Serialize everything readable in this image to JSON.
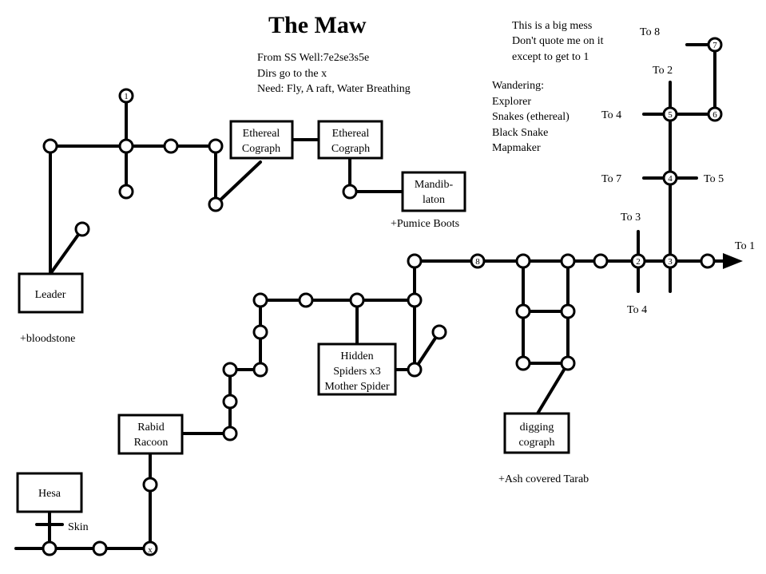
{
  "title": "The Maw",
  "info_lines": [
    "From SS Well:7e2se3s5e",
    "Dirs go to the x",
    "Need: Fly, A raft, Water Breathing"
  ],
  "disclaimer": [
    "This is a big mess",
    "Don't quote me on it",
    "except to get to 1"
  ],
  "wandering": [
    "Wandering:",
    "Explorer",
    "Snakes (ethereal)",
    "Black Snake",
    "Mapmaker"
  ],
  "rooms": {
    "ethereal_cograph_1": [
      "Ethereal",
      "Cograph"
    ],
    "ethereal_cograph_2": [
      "Ethereal",
      "Cograph"
    ],
    "mandiblaton": [
      "Mandib-",
      "laton"
    ],
    "leader": [
      "Leader"
    ],
    "hidden_spiders": [
      "Hidden",
      "Spiders x3",
      "Mother Spider"
    ],
    "rabid_racoon": [
      "Rabid",
      "Racoon"
    ],
    "hesa": [
      "Hesa"
    ],
    "digging_cograph": [
      "digging",
      "cograph"
    ]
  },
  "notes": {
    "pumice": "+Pumice Boots",
    "bloodstone": "+bloodstone",
    "ash": "+Ash covered Tarab",
    "skin": "Skin"
  },
  "exits": {
    "to8": "To 8",
    "to2": "To 2",
    "to4a": "To 4",
    "to7": "To 7",
    "to5": "To 5",
    "to3": "To 3",
    "to1": "To 1",
    "to4b": "To 4"
  },
  "node_labels": {
    "n1": "1",
    "n2": "2",
    "n3": "3",
    "n4": "4",
    "n5": "5",
    "n6": "6",
    "n7": "7",
    "n8": "8",
    "x": "x"
  }
}
